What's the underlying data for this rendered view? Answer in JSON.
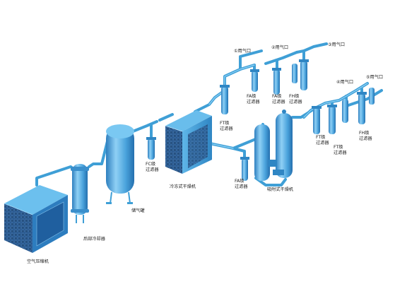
{
  "labels": {
    "air_compressor": "空气压缩机",
    "aftercooler": "后部冷却器",
    "air_tank": "储气罐",
    "fc_filter_1": "FC级",
    "fc_filter_2": "过滤器",
    "refrigerated_dryer": "冷冻式干燥机",
    "ft_filter_a_1": "FT级",
    "ft_filter_a_2": "过滤器",
    "fa_filter_a_1": "FA级",
    "fa_filter_a_2": "过滤器",
    "fa_filter_b_1": "FA级",
    "fa_filter_b_2": "过滤器",
    "fh_filter_a_1": "FH级",
    "fh_filter_a_2": "过滤器",
    "fa_filter_c_1": "FA级",
    "fa_filter_c_2": "过滤器",
    "adsorption_dryer": "吸附式干燥机",
    "ft_filter_b_1": "FT级",
    "ft_filter_b_2": "过滤器",
    "ft_filter_c_1": "FT级",
    "ft_filter_c_2": "过滤器",
    "fh_filter_b_1": "FH级",
    "fh_filter_b_2": "过滤器",
    "outlet_1": "①用气口",
    "outlet_2": "②用气口",
    "outlet_3": "③用气口",
    "outlet_4": "④用气口",
    "outlet_5": "⑤用气口"
  },
  "colors": {
    "pipe": "#3f9fd6",
    "vessel": "#4aa3dc",
    "machine_panel": "#1f4f8a",
    "machine_grid": "#7fb2e0"
  }
}
